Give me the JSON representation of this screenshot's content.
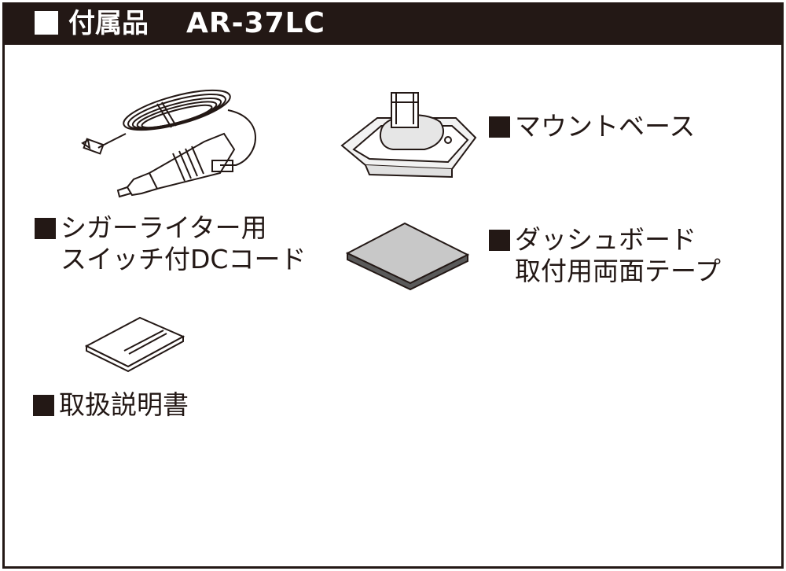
{
  "header": {
    "title": "付属品",
    "model": "AR-37LC",
    "background_color": "#231815",
    "text_color": "#ffffff"
  },
  "items": [
    {
      "name_line1": "シガーライター用",
      "name_line2": "スイッチ付DCコード",
      "icon": "dc-cord-icon"
    },
    {
      "name_line1": "マウントベース",
      "icon": "mount-base-icon"
    },
    {
      "name_line1": "ダッシュボード",
      "name_line2": "取付用両面テープ",
      "icon": "tape-icon"
    },
    {
      "name_line1": "取扱説明書",
      "icon": "manual-icon"
    }
  ]
}
